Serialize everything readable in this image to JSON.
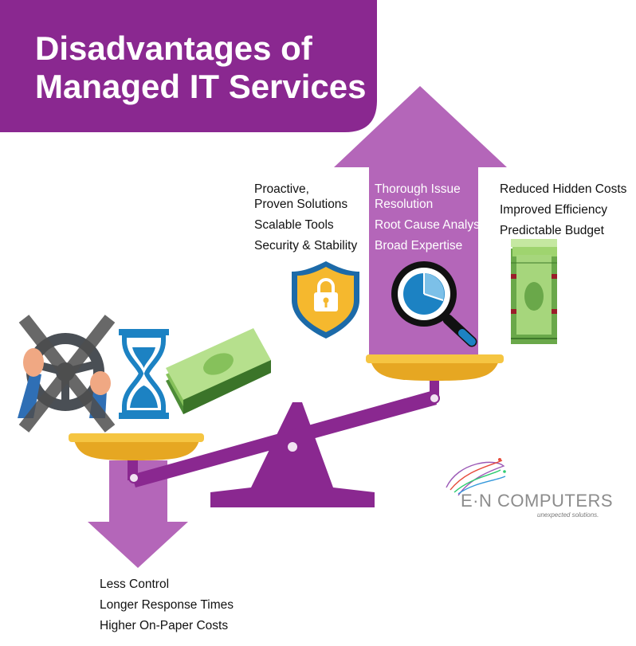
{
  "title": {
    "line1": "Disadvantages of",
    "line2": "Managed IT Services"
  },
  "left_column": {
    "items": [
      "Proactive,\nProven Solutions",
      "Scalable Tools",
      "Security & Stability"
    ]
  },
  "middle_column": {
    "items": [
      "Thorough Issue\nResolution",
      "Root Cause Analysis",
      "Broad Expertise"
    ]
  },
  "right_column": {
    "items": [
      "Reduced Hidden Costs",
      "Improved Efficiency",
      "Predictable Budget"
    ]
  },
  "bottom_column": {
    "items": [
      "Less Control",
      "Longer Response Times",
      "Higher On-Paper Costs"
    ]
  },
  "brand": {
    "name": "E·N COMPUTERS",
    "tagline": "unexpected solutions."
  },
  "icons": {
    "left_pan": [
      "steering-wheel-crossed-icon",
      "hourglass-icon",
      "money-stack-icon"
    ],
    "right_pan": [
      "shield-lock-icon",
      "magnifier-chart-icon",
      "money-bundle-icon"
    ]
  },
  "colors": {
    "purple": "#8a2890",
    "purple_light": "#b667bb",
    "gold": "#f0b62b",
    "blue": "#1c82c3",
    "green": "#86c15b"
  }
}
